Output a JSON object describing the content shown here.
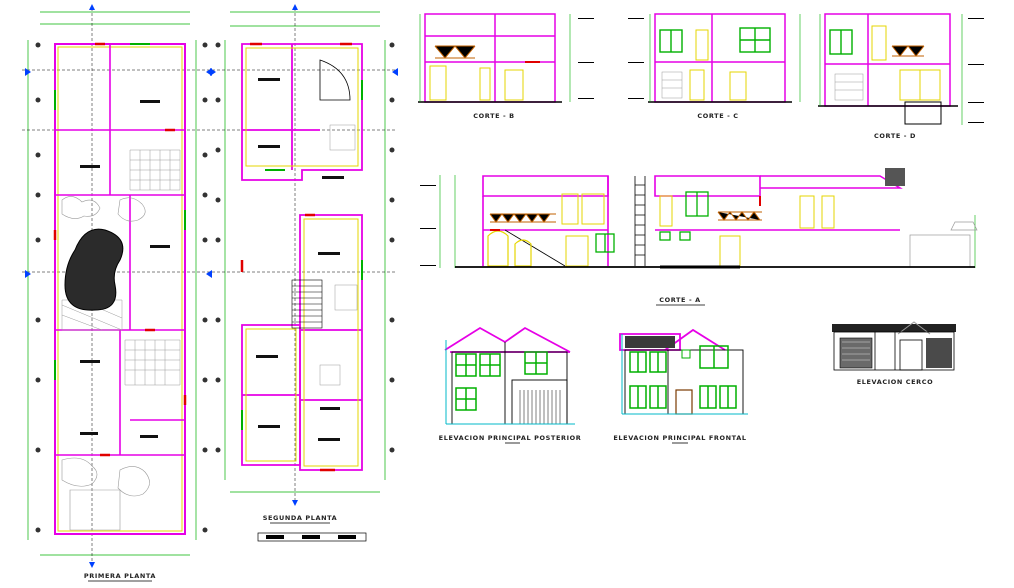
{
  "labels": {
    "primera_planta": "PRIMERA PLANTA",
    "segunda_planta": "SEGUNDA PLANTA",
    "corte_b": "CORTE - B",
    "corte_c": "CORTE - C",
    "corte_d": "CORTE - D",
    "corte_a": "CORTE - A",
    "elev_posterior": "ELEVACION PRINCIPAL POSTERIOR",
    "elev_frontal": "ELEVACION PRINCIPAL FRONTAL",
    "elev_cerco": "ELEVACION CERCO"
  },
  "colors": {
    "walls": "#e600e6",
    "structure": "#e6d600",
    "windows": "#00b000",
    "doors": "#e00000",
    "lines": "#000000",
    "hatch": "#9a9a9a",
    "glass": "#00b8c8",
    "background": "#ffffff"
  }
}
